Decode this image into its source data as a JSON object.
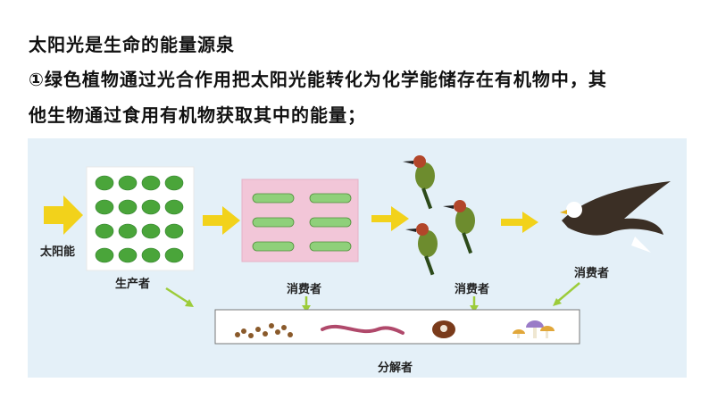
{
  "text": {
    "title": "太阳光是生命的能量源泉",
    "para_line1": "①绿色植物通过光合作用把太阳光能转化为化学能储存在有机物中，其",
    "para_line2": "他生物通过食用有机物获取其中的能量；"
  },
  "diagram": {
    "sun_label": "太阳能",
    "producer_label": "生产者",
    "consumer_label_1": "消费者",
    "consumer_label_2": "消费者",
    "consumer_label_3": "消费者",
    "decomposer_label": "分解者"
  },
  "colors": {
    "panel": "#e4f0f8",
    "arrow": "#f2d21b",
    "leaf": "#4aa53a",
    "caterpillar_bg": "#f2c6d8",
    "caterpillar": "#8fd07a",
    "pointer": "#9ccc3a"
  }
}
